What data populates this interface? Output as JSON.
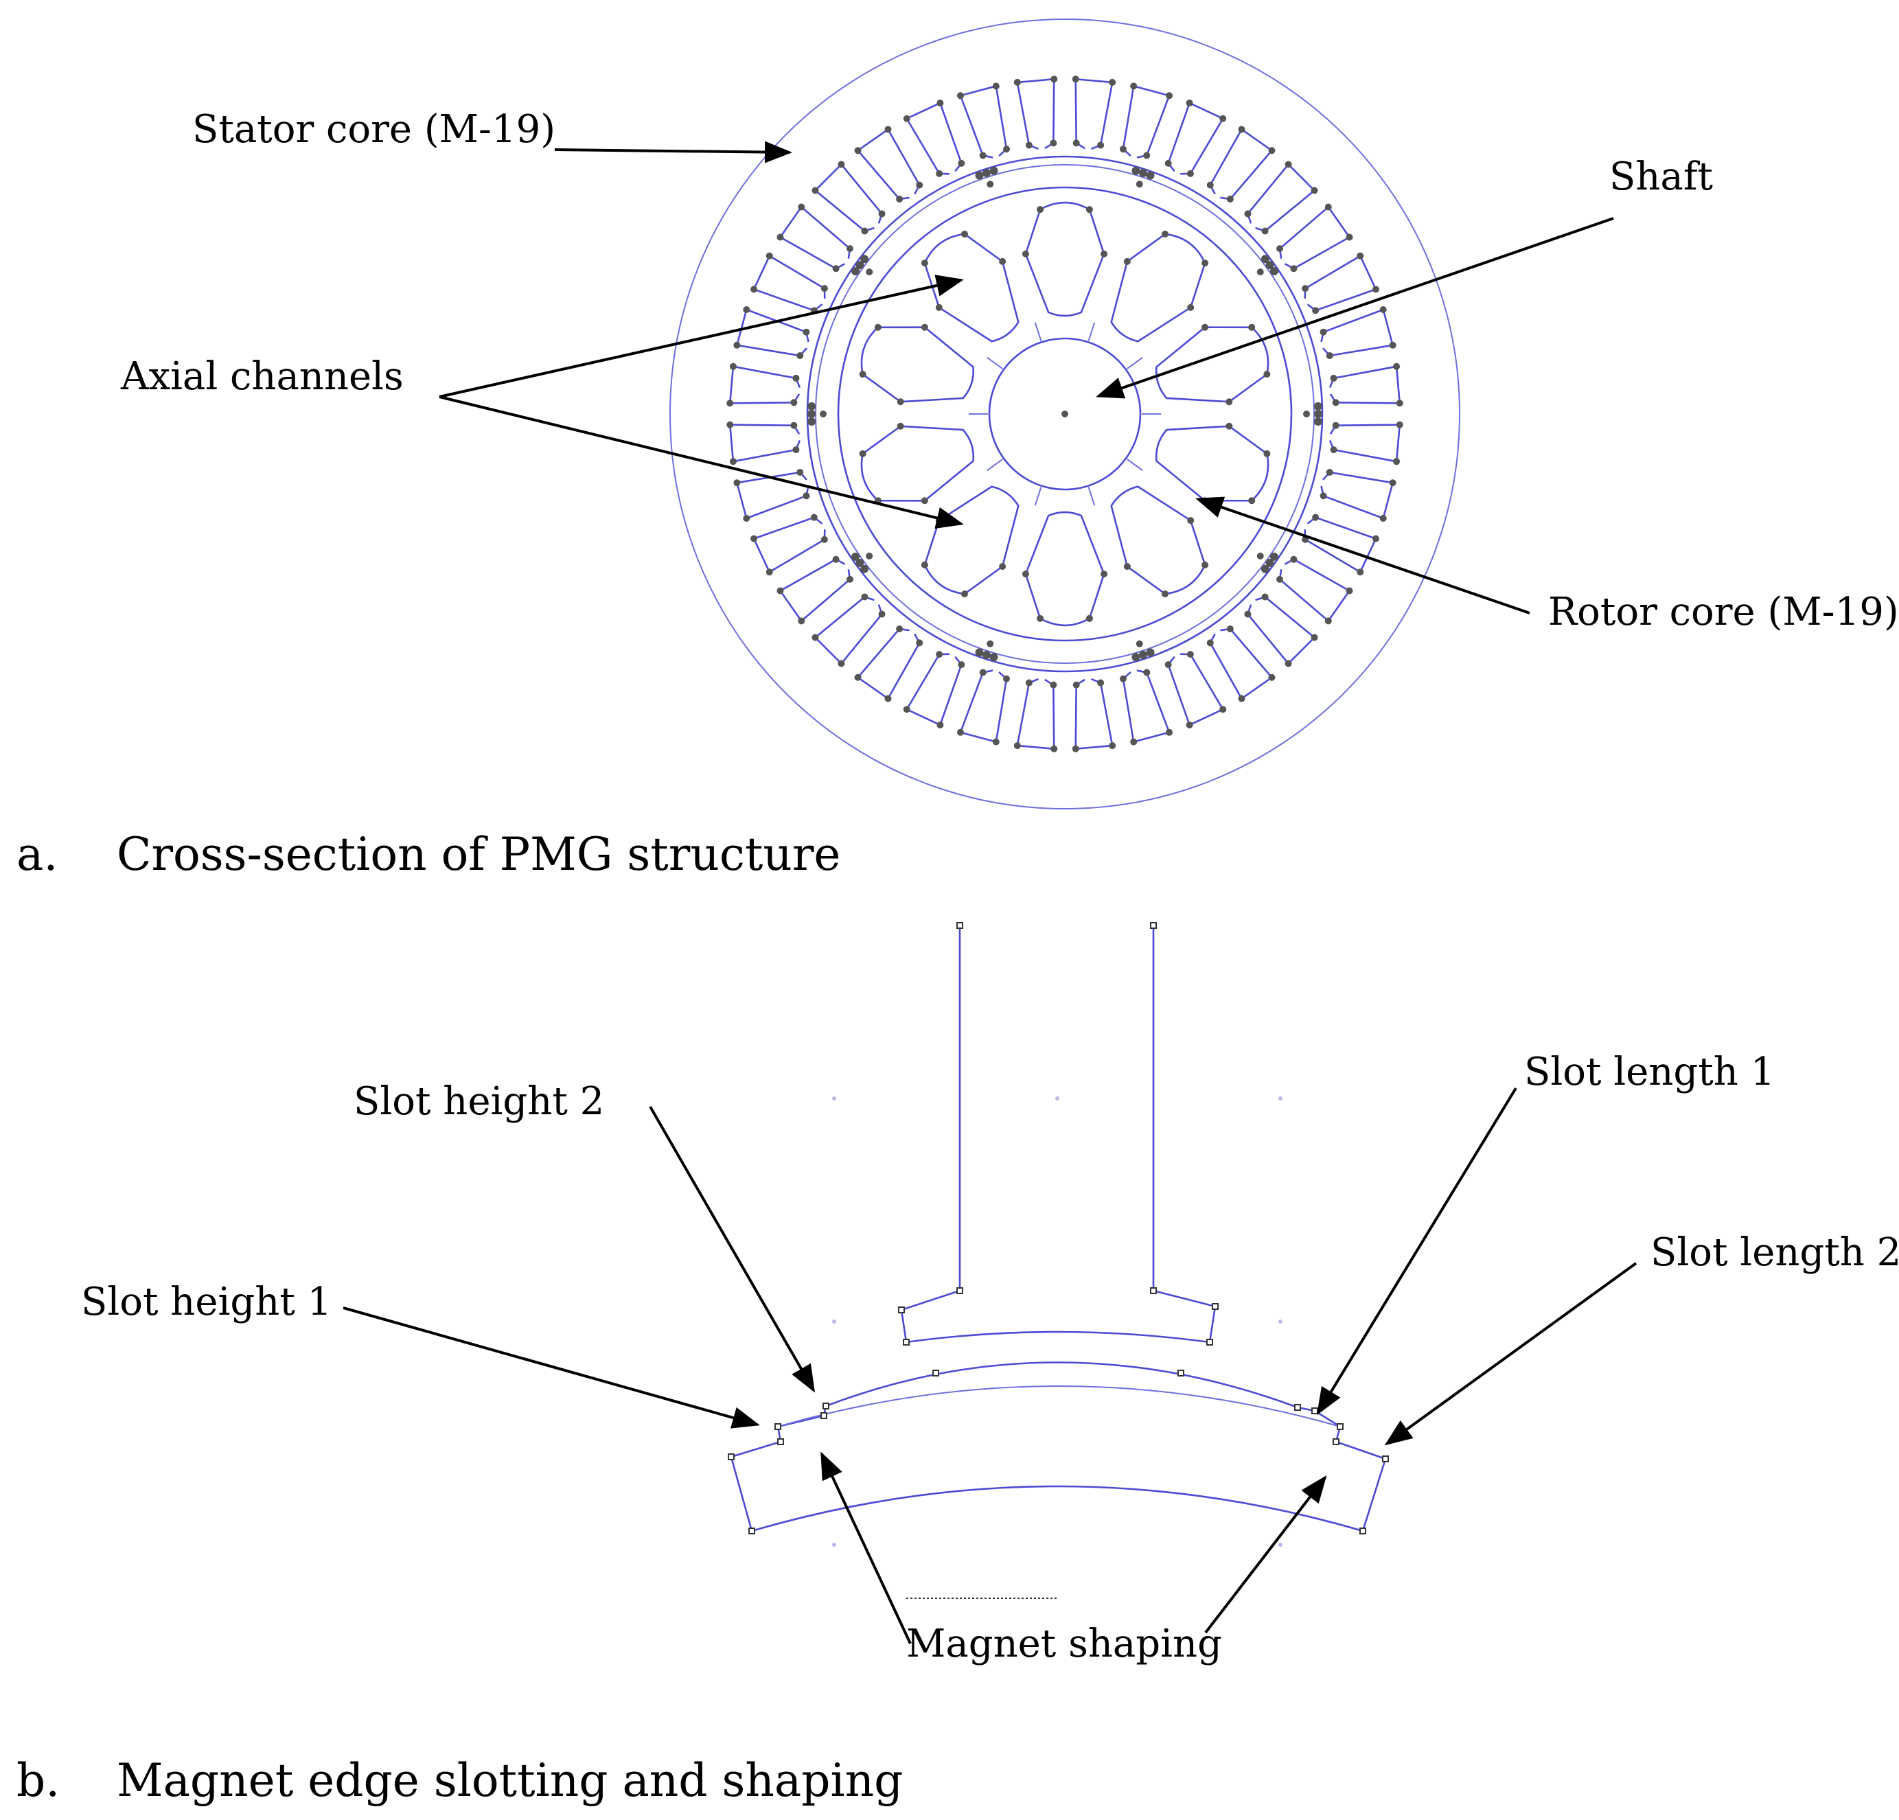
{
  "panel_a": {
    "caption_letter": "a.",
    "caption": "Cross-section of PMG structure",
    "labels": {
      "stator": "Stator core (M-19)",
      "shaft": "Shaft",
      "axial": "Axial channels",
      "rotor": "Rotor core (M-19)"
    }
  },
  "panel_b": {
    "caption_letter": "b.",
    "caption": "Magnet edge slotting and shaping",
    "labels": {
      "slot_height_2": "Slot height 2",
      "slot_height_1": "Slot height 1",
      "slot_length_1": "Slot length 1",
      "slot_length_2": "Slot length 2",
      "magnet_shaping": "Magnet shaping"
    }
  },
  "colors": {
    "geometry": "#4b4bd6",
    "arrows": "#000000"
  }
}
